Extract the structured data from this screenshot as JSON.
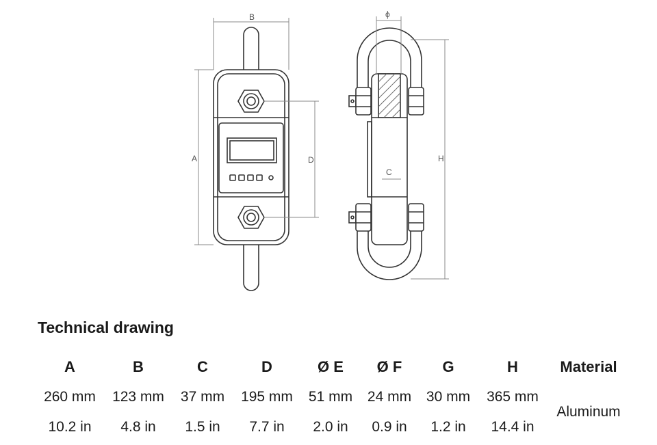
{
  "drawing": {
    "dim_labels": {
      "front_A": "A",
      "front_B": "B",
      "front_D": "D",
      "side_phi": "ϕ",
      "side_C": "C",
      "side_H": "H"
    },
    "line_color": "#333333",
    "dim_color": "#888888"
  },
  "section_title": "Technical drawing",
  "table": {
    "headers": [
      "A",
      "B",
      "C",
      "D",
      "Ø E",
      "Ø F",
      "G",
      "H",
      "Material"
    ],
    "mm_row": [
      "260 mm",
      "123 mm",
      "37 mm",
      "195 mm",
      "51 mm",
      "24 mm",
      "30 mm",
      "365 mm"
    ],
    "in_row": [
      "10.2 in",
      "4.8 in",
      "1.5 in",
      "7.7 in",
      "2.0 in",
      "0.9 in",
      "1.2 in",
      "14.4 in"
    ],
    "material": "Aluminum"
  }
}
